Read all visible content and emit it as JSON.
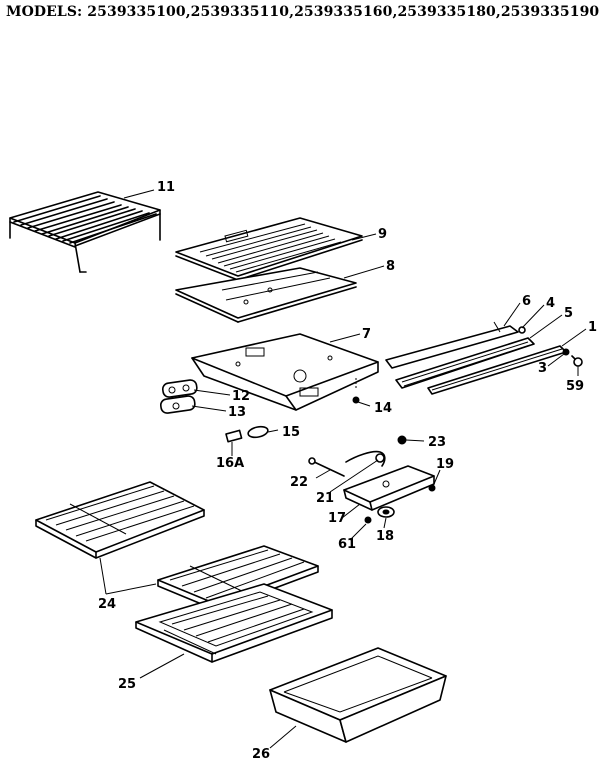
{
  "header": {
    "models_label": "MODELS: 2539335100,2539335110,2539335160,2539335180,2539335190"
  },
  "parts": [
    {
      "id": "p11",
      "label": "11",
      "name": "shelf-rack"
    },
    {
      "id": "p9",
      "label": "9",
      "name": "panel-cover"
    },
    {
      "id": "p8",
      "label": "8",
      "name": "panel-insulation"
    },
    {
      "id": "p7",
      "label": "7",
      "name": "freezer-floor-panel"
    },
    {
      "id": "p6",
      "label": "6",
      "name": "support-rail"
    },
    {
      "id": "p4",
      "label": "4",
      "name": "retainer"
    },
    {
      "id": "p5",
      "label": "5",
      "name": "shelf-track"
    },
    {
      "id": "p1",
      "label": "1",
      "name": "rail-bar"
    },
    {
      "id": "p3",
      "label": "3",
      "name": "screw"
    },
    {
      "id": "p59",
      "label": "59",
      "name": "clip"
    },
    {
      "id": "p12",
      "label": "12",
      "name": "bracket-upper"
    },
    {
      "id": "p13",
      "label": "13",
      "name": "bracket-lower"
    },
    {
      "id": "p14",
      "label": "14",
      "name": "screw-small"
    },
    {
      "id": "p15",
      "label": "15",
      "name": "bulb"
    },
    {
      "id": "p16A",
      "label": "16A",
      "name": "socket"
    },
    {
      "id": "p23",
      "label": "23",
      "name": "knob"
    },
    {
      "id": "p22",
      "label": "22",
      "name": "shaft"
    },
    {
      "id": "p21",
      "label": "21",
      "name": "control-link"
    },
    {
      "id": "p19",
      "label": "19",
      "name": "nut"
    },
    {
      "id": "p17",
      "label": "17",
      "name": "control-housing"
    },
    {
      "id": "p61",
      "label": "61",
      "name": "screw-lower"
    },
    {
      "id": "p18",
      "label": "18",
      "name": "dial"
    },
    {
      "id": "p24",
      "label": "24",
      "name": "glass-shelf"
    },
    {
      "id": "p25",
      "label": "25",
      "name": "crisper-cover"
    },
    {
      "id": "p26",
      "label": "26",
      "name": "crisper-drawer"
    }
  ]
}
